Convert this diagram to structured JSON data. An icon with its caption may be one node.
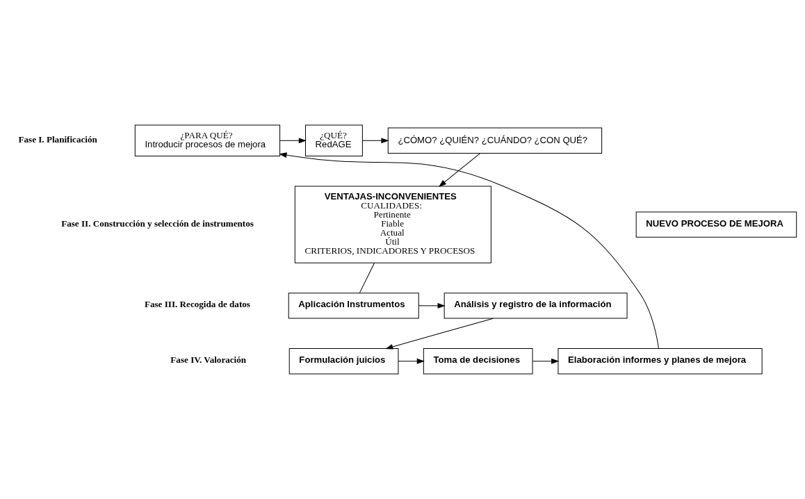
{
  "diagram": {
    "nodes": [
      {
        "text": [
          "¿PARA QUÉ?",
          "Introducir procesos de mejora"
        ]
      },
      {
        "text": [
          "¿QUÉ?",
          "RedAGE"
        ]
      },
      {
        "text": [
          "¿CÓMO? ¿QUIÉN? ¿CUÁNDO? ¿CON QUÉ?"
        ]
      },
      {
        "text": [
          "VENTAJAS-INCONVENIENTES",
          "CUALIDADES:",
          "Pertinente",
          "Fiable",
          "Actual",
          "Útil",
          "CRITERIOS, INDICADORES Y PROCESOS"
        ]
      },
      {
        "text": [
          "Aplicación Instrumentos"
        ]
      },
      {
        "text": [
          "Análisis y registro de la información"
        ]
      },
      {
        "text": [
          "Formulación juicios"
        ]
      },
      {
        "text": [
          "Toma de decisiones"
        ]
      },
      {
        "text": [
          "Elaboración informes y planes de mejora"
        ]
      },
      {
        "text": [
          "NUEVO PROCESO DE MEJORA"
        ]
      }
    ],
    "edges": [
      {
        "from": 0,
        "to": 1,
        "arrow": "to"
      },
      {
        "from": 1,
        "to": 2,
        "arrow": "to"
      },
      {
        "from": 2,
        "to": 3,
        "arrow": "to"
      },
      {
        "from": 3,
        "to": 4,
        "arrow": "none"
      },
      {
        "from": 4,
        "to": 5,
        "arrow": "to"
      },
      {
        "from": 5,
        "to": 6,
        "arrow": "to"
      },
      {
        "from": 6,
        "to": 7,
        "arrow": "to"
      },
      {
        "from": 7,
        "to": 8,
        "arrow": "to"
      },
      {
        "from": 8,
        "to": 0,
        "arrow": "to"
      }
    ],
    "labels": [
      "Fase I. Planificación",
      "Fase II. Construcción y selección de instrumentos",
      "Fase III. Recogida de datos",
      "Fase IV. Valoración"
    ]
  }
}
